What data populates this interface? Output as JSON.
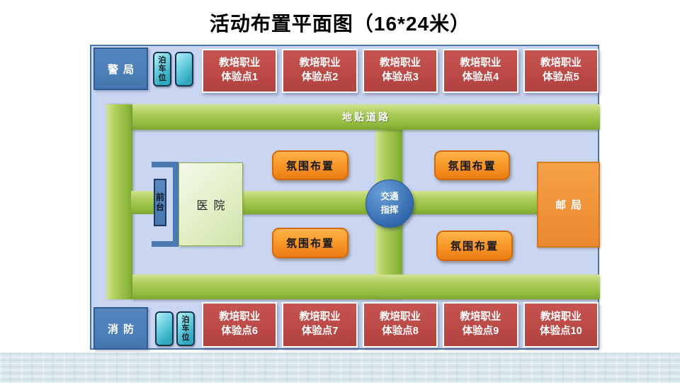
{
  "title": "活动布置平面图（16*24米）",
  "colors": {
    "panel-bg": "#c9d5f1",
    "panel-border": "#4a74ad",
    "blue-box": "#4d7fb8",
    "blue-box-border": "#2e5c94",
    "red-box": "#bc4a46",
    "road-dark": "#8eb93c",
    "orange-dark": "#ec7c15",
    "teal-dark": "#2fa9c0",
    "circle-blue": "#2e66ab",
    "post-orange": "#f0923a",
    "hospital-dark": "#cfe3a6"
  },
  "zones": {
    "police": "警局",
    "fire": "消防",
    "parking": "泊车位",
    "front_desk": "前台",
    "hospital": "医院",
    "post_office": "邮局",
    "traffic_command": "交通\n指挥",
    "road_label": "地贴道路",
    "ambience": "氛围布置"
  },
  "top_points": [
    "教培职业\n体验点1",
    "教培职业\n体验点2",
    "教培职业\n体验点3",
    "教培职业\n体验点4",
    "教培职业\n体验点5"
  ],
  "bottom_points": [
    "教培职业\n体验点6",
    "教培职业\n体验点7",
    "教培职业\n体验点8",
    "教培职业\n体验点9",
    "教培职业\n体验点10"
  ]
}
